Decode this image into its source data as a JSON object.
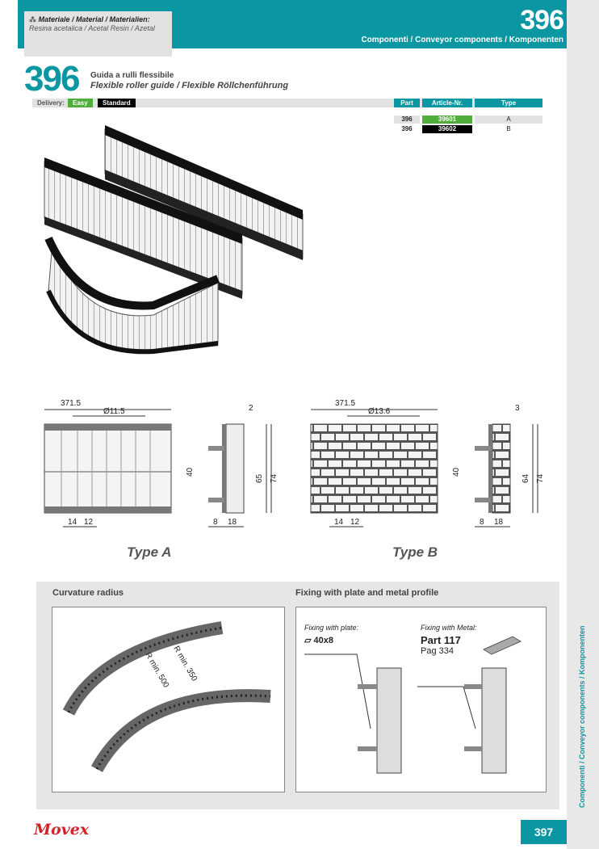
{
  "header": {
    "material_label": "Materiale / Material / Materialien:",
    "material_value": "Resina acetalica / Acetal Resin / Azetal",
    "section_number": "396",
    "category": "Componenti / Conveyor components / Komponenten"
  },
  "product": {
    "number": "396",
    "title_it": "Guida a rulli flessibile",
    "title_en_de": "Flexible roller guide / Flexible Röllchenführung"
  },
  "delivery": {
    "label": "Delivery:",
    "easy": "Easy",
    "standard": "Standard"
  },
  "table": {
    "headers": [
      "Part",
      "Article-Nr.",
      "Type"
    ],
    "rows": [
      {
        "part": "396",
        "article": "39601",
        "type": "A"
      },
      {
        "part": "396",
        "article": "39602",
        "type": "B"
      }
    ]
  },
  "drawing_a": {
    "length": "371.5",
    "diameter": "Ø11.5",
    "pitch1": "14",
    "pitch2": "12",
    "h40": "40",
    "h65": "65",
    "h74": "74",
    "w2": "2",
    "w8": "8",
    "w18": "18",
    "label": "Type A"
  },
  "drawing_b": {
    "length": "371.5",
    "diameter": "Ø13.6",
    "pitch1": "14",
    "pitch2": "12",
    "h40": "40",
    "h64": "64",
    "h74": "74",
    "w3": "3",
    "w8": "8",
    "w18": "18",
    "label": "Type B"
  },
  "curvature": {
    "heading": "Curvature radius",
    "r500": "R min. 500",
    "r350": "R min. 350"
  },
  "fixing": {
    "heading": "Fixing with plate and metal profile",
    "plate_label": "Fixing with plate:",
    "plate_size": "40x8",
    "metal_label": "Fixing with Metal:",
    "metal_part": "Part 117",
    "metal_page": "Pag 334"
  },
  "footer": {
    "logo": "Movex",
    "page": "397",
    "side_text": "Componenti / Conveyor components / Komponenten"
  },
  "colors": {
    "teal": "#0a97a1",
    "easy_green": "#4fae3a",
    "standard_black": "#000000",
    "logo_red": "#d2232a"
  }
}
